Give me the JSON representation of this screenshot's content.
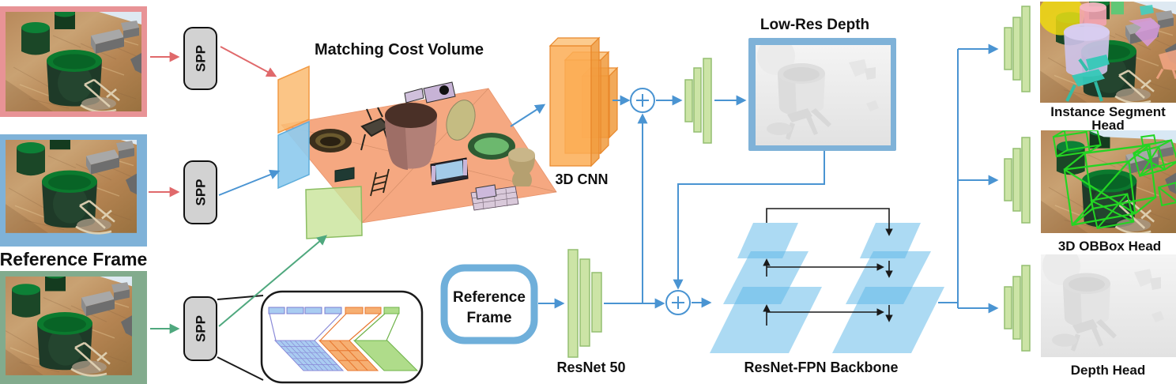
{
  "inputs": {
    "caption": "Reference Frame",
    "spp_label": "SPP",
    "frames": [
      {
        "id": "support-frame-top",
        "border_color": "#E89396"
      },
      {
        "id": "reference-frame",
        "border_color": "#7FB2D8"
      },
      {
        "id": "support-frame-bottom",
        "border_color": "#82AB8D"
      }
    ]
  },
  "cost_volume": {
    "title": "Matching Cost Volume"
  },
  "cnn_3d": {
    "label": "3D CNN"
  },
  "low_res_depth": {
    "label": "Low-Res Depth"
  },
  "reference_frame_box": {
    "line1": "Reference",
    "line2": "Frame"
  },
  "resnet": {
    "label": "ResNet 50"
  },
  "fpn": {
    "label": "ResNet-FPN Backbone"
  },
  "heads": {
    "instance": {
      "label_line1": "Instance Segment",
      "label_line2": "Head"
    },
    "obbox": {
      "label": "3D OBBox Head"
    },
    "depth": {
      "label": "Depth Head"
    }
  },
  "icons": {
    "sum_junction_1": "plus-circle-icon",
    "sum_junction_2": "plus-circle-icon"
  },
  "colors": {
    "arrow_blue": "#4A94D2",
    "arrow_red": "#E0696B",
    "arrow_green": "#4FA87E",
    "arrow_black": "#1A1A1A",
    "frame_pink": "#E89396",
    "frame_blue": "#7FB2D8",
    "frame_green": "#82AB8D",
    "cost_volume": "#F5A881",
    "plane_orange": "#FBBD75",
    "plane_blue": "#8FCBEE",
    "plane_green": "#C9E49B",
    "cnn_orange": "#FBAD55",
    "conv_green": "#CCE4A6",
    "fpn_blue": "#5AB6E8",
    "spp_gray": "#D2D2D2"
  }
}
